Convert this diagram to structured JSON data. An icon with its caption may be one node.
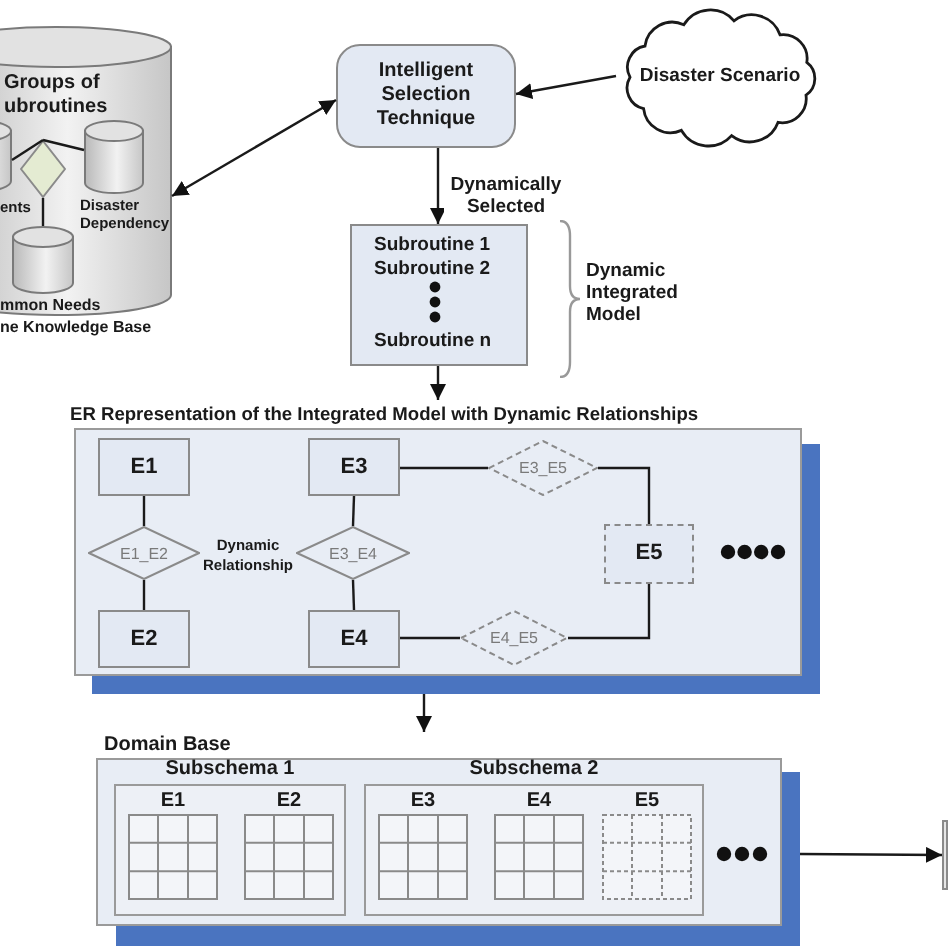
{
  "diagram": {
    "nodes": [
      {
        "text": [
          "Groups of ubroutines"
        ],
        "beside": [
          "ne Knowledge Base"
        ]
      },
      {
        "text": [],
        "shape": "cylinder",
        "in": 0,
        "beside": [
          "ents"
        ]
      },
      {
        "text": [],
        "shape": "diamond",
        "in": 0
      },
      {
        "text": [],
        "shape": "cylinder",
        "in": 0,
        "beside": [
          "Disaster Dependency"
        ]
      },
      {
        "text": [],
        "shape": "cylinder",
        "in": 0,
        "beside": [
          "mmon Needs"
        ]
      },
      {
        "text": [
          "Intelligent Selection Technique"
        ]
      },
      {
        "text": [
          "Disaster Scenario"
        ]
      },
      {
        "text": [
          "Subroutine 1",
          "Subroutine 2",
          "Subroutine n"
        ],
        "beside": [
          "Dynamic Integrated Model"
        ]
      },
      {
        "text": [
          "ER Representation of the Integrated Model with Dynamic Relationships"
        ]
      },
      {
        "text": [
          "E1"
        ],
        "in": 8
      },
      {
        "text": [
          "E3"
        ],
        "in": 8
      },
      {
        "text": [
          "E3_E5"
        ],
        "in": 8
      },
      {
        "text": [
          "E1_E2"
        ],
        "in": 8
      },
      {
        "text": [
          "E3_E4"
        ],
        "in": 8
      },
      {
        "text": [
          "E5"
        ],
        "in": 8
      },
      {
        "text": [
          "E2"
        ],
        "in": 8
      },
      {
        "text": [
          "E4"
        ],
        "in": 8
      },
      {
        "text": [
          "E4_E5"
        ],
        "in": 8
      },
      {
        "text": [
          "Domain Base"
        ]
      },
      {
        "text": [
          "Subschema 1"
        ],
        "in": 18
      },
      {
        "text": [
          "E1"
        ],
        "in": 19
      },
      {
        "text": [
          "E2"
        ],
        "in": 19
      },
      {
        "text": [
          "Subschema 2"
        ],
        "in": 18
      },
      {
        "text": [
          "E3"
        ],
        "in": 22
      },
      {
        "text": [
          "E4"
        ],
        "in": 22
      },
      {
        "text": [
          "E5"
        ],
        "in": 22
      },
      {
        "text": [],
        "shape": "box"
      }
    ],
    "edges": [
      {
        "from": 1,
        "to": 2,
        "arrow": "none"
      },
      {
        "from": 2,
        "to": 3,
        "arrow": "none"
      },
      {
        "from": 2,
        "to": 4,
        "arrow": "none"
      },
      {
        "from": 0,
        "to": 5,
        "arrow": "both"
      },
      {
        "from": 6,
        "to": 5,
        "arrow": "to"
      },
      {
        "from": 5,
        "to": 7,
        "arrow": "to",
        "label": "Dynamically Selected"
      },
      {
        "from": 7,
        "to": 8,
        "arrow": "to"
      },
      {
        "from": 9,
        "to": 12,
        "arrow": "none"
      },
      {
        "from": 12,
        "to": 15,
        "arrow": "none"
      },
      {
        "from": 10,
        "to": 13,
        "arrow": "none"
      },
      {
        "from": 13,
        "to": 16,
        "arrow": "none"
      },
      {
        "from": 10,
        "to": 11,
        "arrow": "none"
      },
      {
        "from": 11,
        "to": 14,
        "arrow": "none"
      },
      {
        "from": 16,
        "to": 17,
        "arrow": "none"
      },
      {
        "from": 17,
        "to": 14,
        "arrow": "none"
      },
      {
        "from": 8,
        "to": 18,
        "arrow": "to"
      },
      {
        "from": 18,
        "to": 26,
        "arrow": "to"
      }
    ],
    "labels": [
      "Dynamic Relationship"
    ]
  }
}
